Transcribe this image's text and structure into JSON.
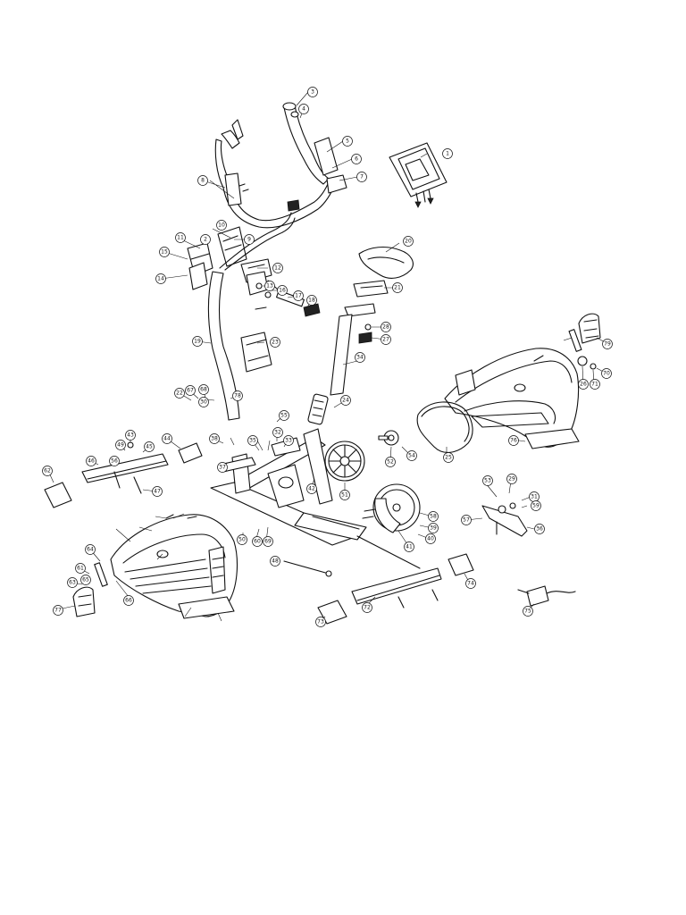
{
  "diagram": {
    "type": "exploded-parts-view",
    "callouts": [
      {
        "label": "1"
      },
      {
        "label": "2"
      },
      {
        "label": "3"
      },
      {
        "label": "4"
      },
      {
        "label": "5"
      },
      {
        "label": "6"
      },
      {
        "label": "7"
      },
      {
        "label": "8"
      },
      {
        "label": "9"
      },
      {
        "label": "10"
      },
      {
        "label": "11"
      },
      {
        "label": "12"
      },
      {
        "label": "13"
      },
      {
        "label": "14"
      },
      {
        "label": "15"
      },
      {
        "label": "16"
      },
      {
        "label": "17"
      },
      {
        "label": "18"
      },
      {
        "label": "19"
      },
      {
        "label": "20"
      },
      {
        "label": "21"
      },
      {
        "label": "22"
      },
      {
        "label": "23"
      },
      {
        "label": "24"
      },
      {
        "label": "25"
      },
      {
        "label": "26"
      },
      {
        "label": "27"
      },
      {
        "label": "28"
      },
      {
        "label": "29"
      },
      {
        "label": "30"
      },
      {
        "label": "31"
      },
      {
        "label": "32"
      },
      {
        "label": "33"
      },
      {
        "label": "34"
      },
      {
        "label": "35"
      },
      {
        "label": "36"
      },
      {
        "label": "37"
      },
      {
        "label": "38"
      },
      {
        "label": "39"
      },
      {
        "label": "40"
      },
      {
        "label": "41"
      },
      {
        "label": "42"
      },
      {
        "label": "43"
      },
      {
        "label": "44"
      },
      {
        "label": "45"
      },
      {
        "label": "46"
      },
      {
        "label": "47"
      },
      {
        "label": "48"
      },
      {
        "label": "49"
      },
      {
        "label": "50"
      },
      {
        "label": "51"
      },
      {
        "label": "52"
      },
      {
        "label": "53"
      },
      {
        "label": "54"
      },
      {
        "label": "55"
      },
      {
        "label": "56"
      },
      {
        "label": "57"
      },
      {
        "label": "58"
      },
      {
        "label": "59"
      },
      {
        "label": "60"
      },
      {
        "label": "61"
      },
      {
        "label": "62"
      },
      {
        "label": "63"
      },
      {
        "label": "64"
      },
      {
        "label": "65"
      },
      {
        "label": "66"
      },
      {
        "label": "67"
      },
      {
        "label": "68"
      },
      {
        "label": "69"
      },
      {
        "label": "70"
      },
      {
        "label": "71"
      },
      {
        "label": "72"
      },
      {
        "label": "73"
      },
      {
        "label": "74"
      },
      {
        "label": "75"
      },
      {
        "label": "76"
      },
      {
        "label": "77"
      },
      {
        "label": "78"
      },
      {
        "label": "79"
      }
    ]
  }
}
